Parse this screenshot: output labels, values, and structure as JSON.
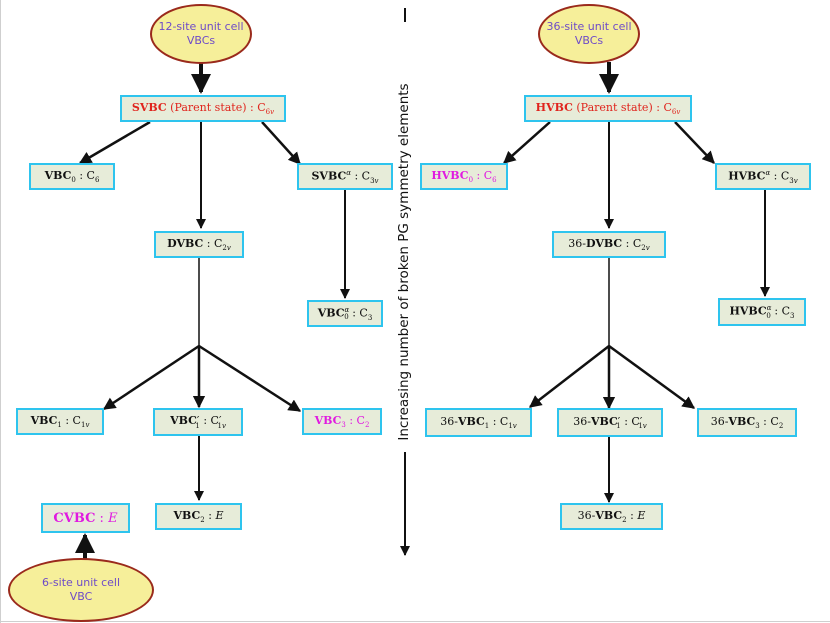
{
  "axis_label": "Increasing number of  broken PG symmetry elements",
  "left": {
    "source": [
      "12-site unit cell",
      "VBCs"
    ],
    "parent": "Parent state",
    "bottom_source": [
      "6-site unit cell",
      "VBC"
    ]
  },
  "right": {
    "source": [
      "36-site unit cell",
      "VBCs"
    ],
    "parent": "Parent state"
  },
  "colors": {
    "red": "#e0241d",
    "magenta": "#e01ae0",
    "box_border": "#2ec4ee",
    "box_fill": "#e7ecd9",
    "ellipse_fill": "#f6ef9a"
  }
}
